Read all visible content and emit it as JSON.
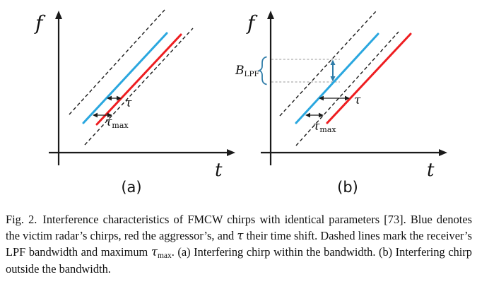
{
  "figure": {
    "panels": [
      {
        "label": "(a)",
        "y_axis_label": "f",
        "x_axis_label": "t",
        "tau_label": "τ",
        "tau_max": {
          "base": "τ",
          "sub": "max"
        }
      },
      {
        "label": "(b)",
        "y_axis_label": "f",
        "x_axis_label": "t",
        "tau_label": "τ",
        "tau_max": {
          "base": "τ",
          "sub": "max"
        },
        "b_lpf": {
          "base": "B",
          "sub": "LPF"
        }
      }
    ],
    "colors": {
      "victim_chirp_blue": "#2AA7DF",
      "aggressor_chirp_red": "#EE1D20",
      "lpf_annotation_blue": "#2E7CA8",
      "axis_black": "#1a1a1a",
      "guide_gray": "#9a9a9a"
    }
  },
  "caption": {
    "prefix": "Fig. 2.",
    "part1": "Interference characteristics of FMCW chirps with identical parameters [73]. Blue denotes the victim radar’s chirps, red the aggressor’s, and ",
    "tau": "τ",
    "part2": " their time shift. Dashed lines mark the receiver’s LPF bandwidth and maximum ",
    "tau_max_base": "τ",
    "tau_max_sub": "max",
    "part3": ". (a) Interfering chirp within the bandwidth. (b) Interfering chirp outside the bandwidth."
  }
}
